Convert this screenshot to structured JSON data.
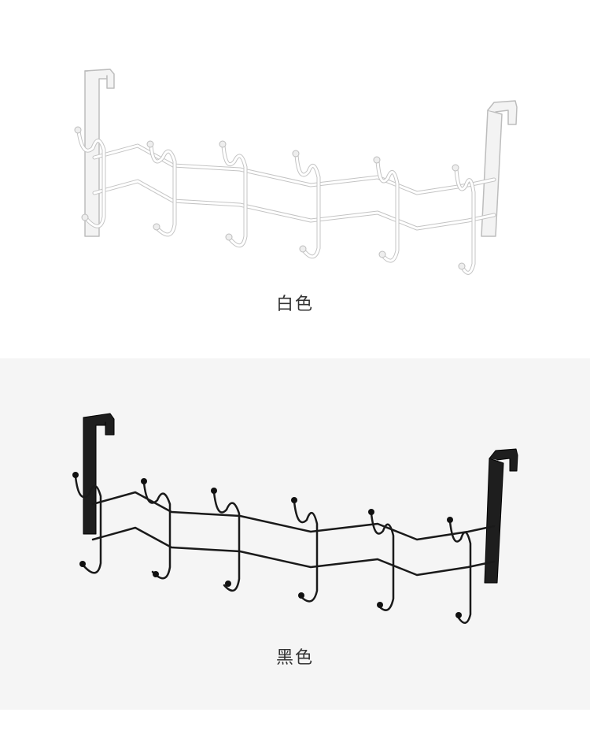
{
  "variants": [
    {
      "label": "白色",
      "color_name": "white",
      "wire_color": "#ffffff",
      "wire_outline": "#c8c8c8",
      "bracket_fill": "#f2f2f2",
      "bracket_outline": "#bdbdbd",
      "panel_bg": "#ffffff"
    },
    {
      "label": "黑色",
      "color_name": "black",
      "wire_color": "#1a1a1a",
      "wire_outline": "#000000",
      "bracket_fill": "#1e1e1e",
      "bracket_outline": "#000000",
      "panel_bg": "#f5f5f5"
    }
  ],
  "product": {
    "hook_count": 6
  }
}
